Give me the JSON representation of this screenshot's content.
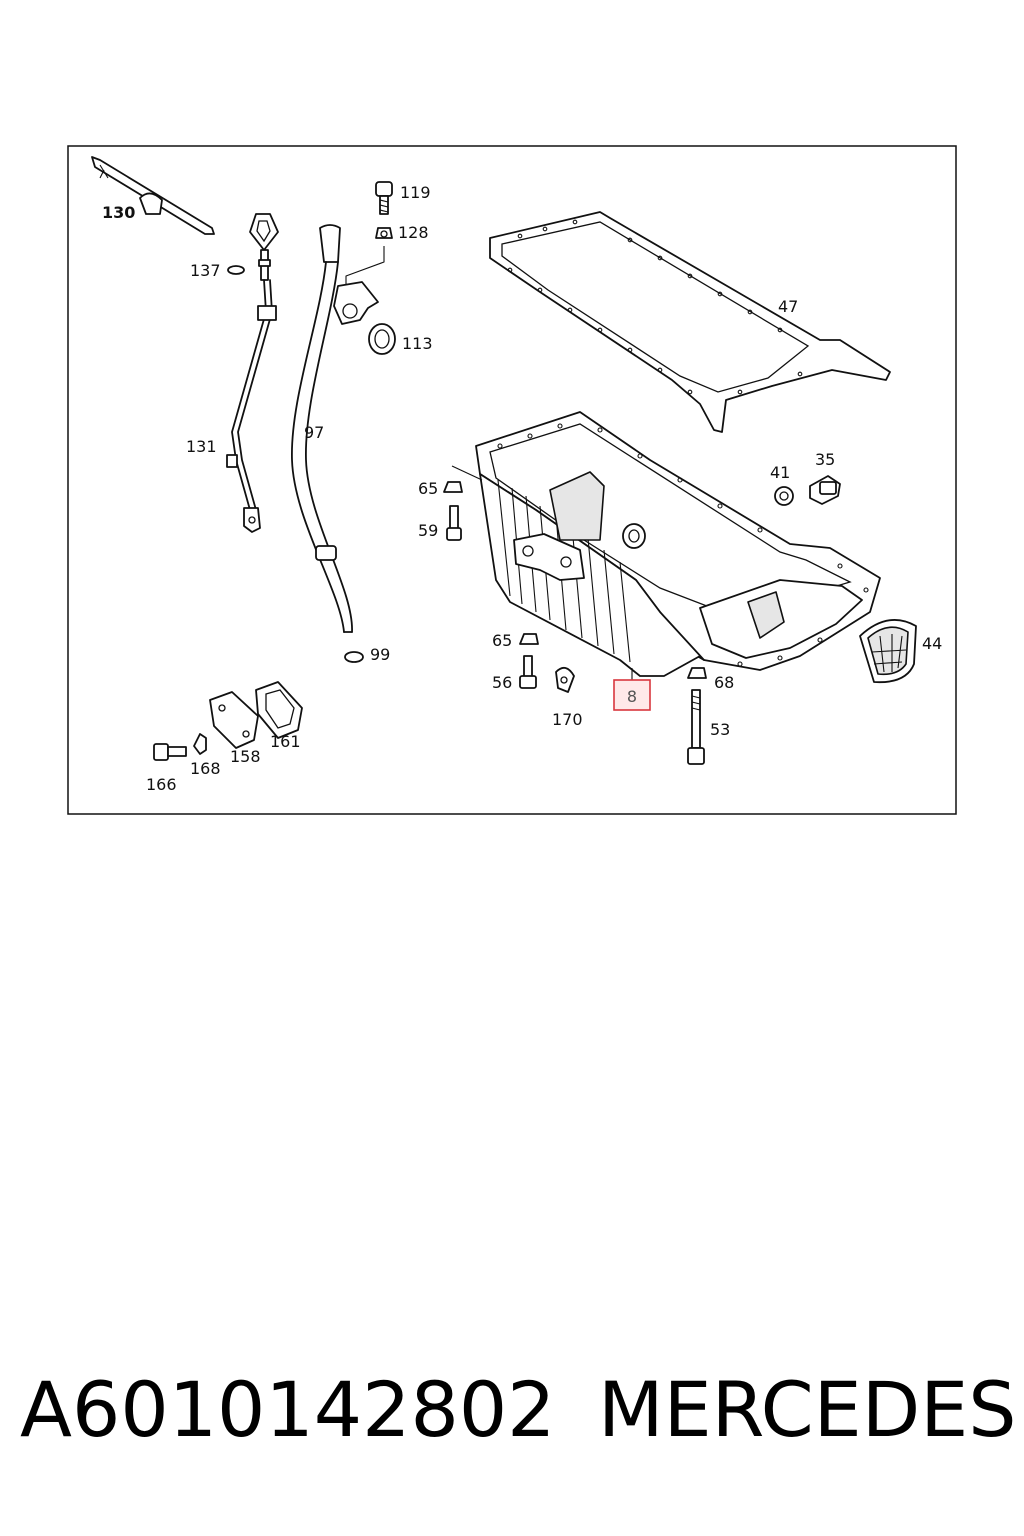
{
  "diagram": {
    "callouts": [
      {
        "id": "130",
        "label": "130"
      },
      {
        "id": "137",
        "label": "137"
      },
      {
        "id": "131",
        "label": "131"
      },
      {
        "id": "97",
        "label": "97"
      },
      {
        "id": "119",
        "label": "119"
      },
      {
        "id": "128",
        "label": "128"
      },
      {
        "id": "113",
        "label": "113"
      },
      {
        "id": "99",
        "label": "99"
      },
      {
        "id": "47",
        "label": "47"
      },
      {
        "id": "65a",
        "label": "65"
      },
      {
        "id": "59",
        "label": "59"
      },
      {
        "id": "41",
        "label": "41"
      },
      {
        "id": "35",
        "label": "35"
      },
      {
        "id": "44",
        "label": "44"
      },
      {
        "id": "65b",
        "label": "65"
      },
      {
        "id": "56",
        "label": "56"
      },
      {
        "id": "170",
        "label": "170"
      },
      {
        "id": "68",
        "label": "68"
      },
      {
        "id": "53",
        "label": "53"
      },
      {
        "id": "166",
        "label": "166"
      },
      {
        "id": "168",
        "label": "168"
      },
      {
        "id": "158",
        "label": "158"
      },
      {
        "id": "161",
        "label": "161"
      }
    ],
    "highlight": {
      "label": "8",
      "stroke": "#d9363e",
      "fill": "#ffe9e9"
    }
  },
  "footer": {
    "part_number": "A6010142802",
    "brand": "MERCEDES"
  }
}
